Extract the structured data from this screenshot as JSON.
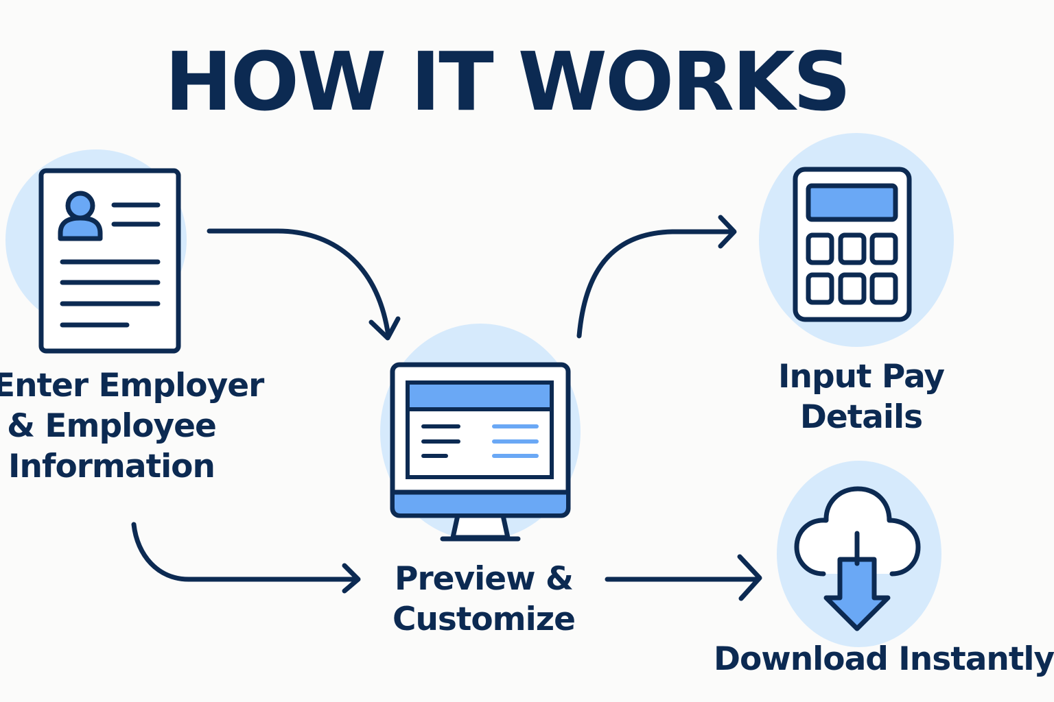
{
  "title": "HOW IT WORKS",
  "steps": {
    "enter": {
      "lines": [
        "Enter Employer",
        "& Employee",
        "Information"
      ],
      "icon": "employee-document-icon"
    },
    "input": {
      "lines": [
        "Input Pay",
        "Details"
      ],
      "icon": "calculator-icon"
    },
    "preview": {
      "lines": [
        "Preview &",
        "Customize"
      ],
      "icon": "monitor-icon"
    },
    "download": {
      "lines": [
        "Download Instantly"
      ],
      "icon": "cloud-download-icon"
    }
  },
  "colors": {
    "navy": "#0c2a52",
    "accent_blue": "#6aa8f5",
    "circle_bg": "#d6eafc",
    "background": "#fbfbfa"
  }
}
